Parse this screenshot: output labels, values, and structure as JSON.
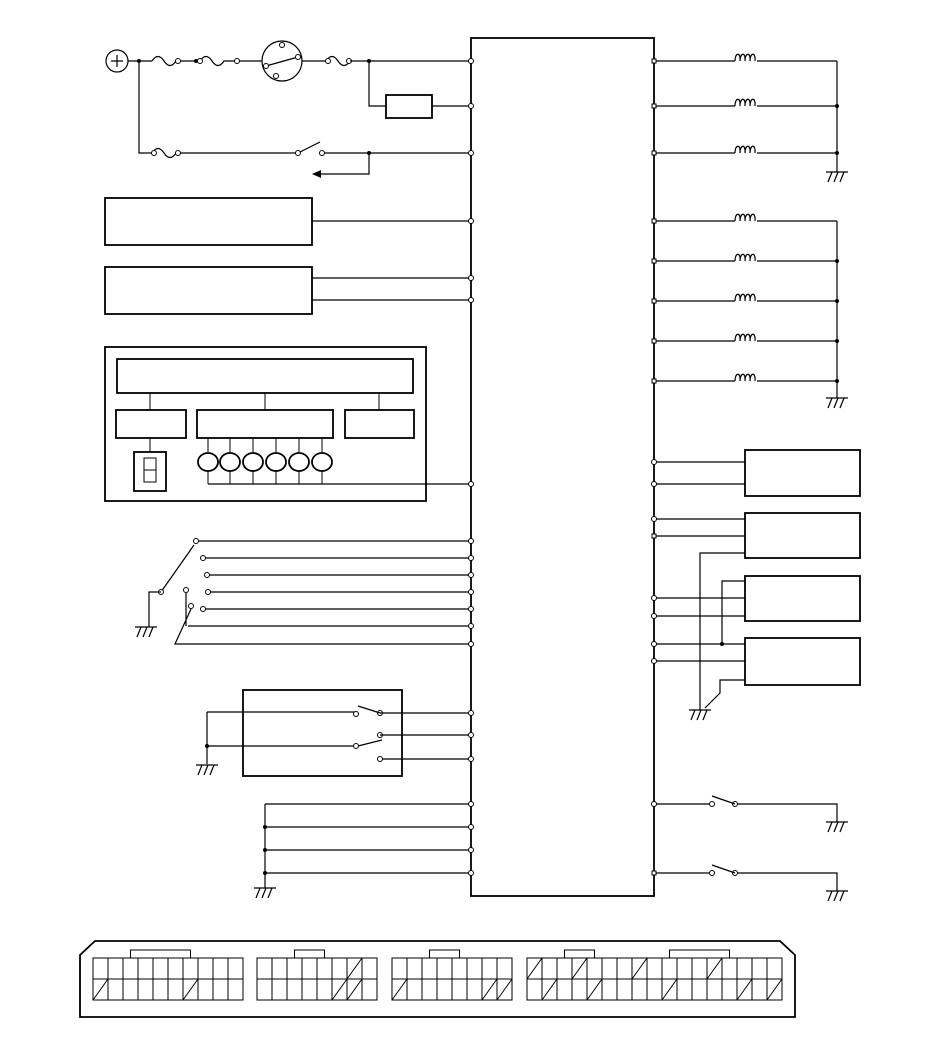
{
  "diagram": {
    "kind": "wiring schematic",
    "labels_visible": false,
    "line_color": "#000000",
    "background_color": "#ffffff",
    "component_names": [
      "battery-positive-terminal",
      "fuse",
      "ignition-switch",
      "relay-block",
      "control-unit",
      "sensor-module",
      "instrument-cluster",
      "seven-segment-display",
      "warning-lamp",
      "selector-switch",
      "switch-block",
      "solenoid-coil",
      "actuator-module",
      "ground-symbol",
      "connector-block"
    ],
    "left_input_module_count": 2,
    "cluster_lamp_count": 6,
    "right_coil_count": 8,
    "right_module_count": 4,
    "connector_block_count": 5
  }
}
